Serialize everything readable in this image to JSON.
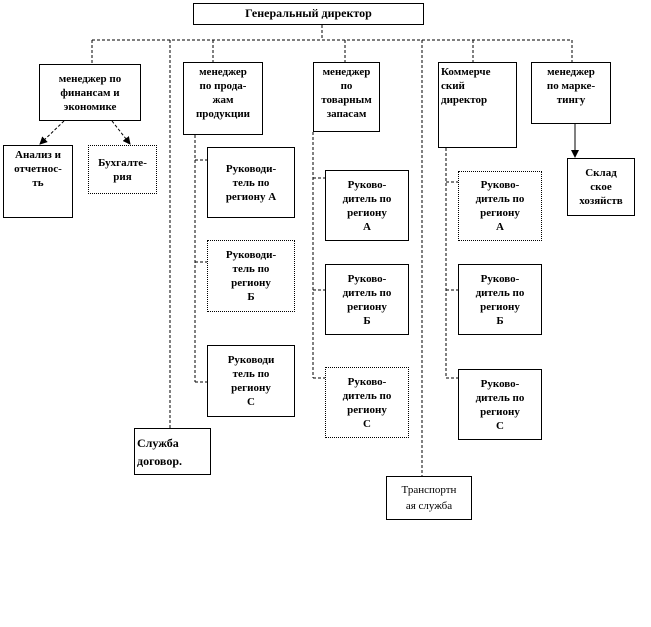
{
  "diagram": {
    "ceo": "Генеральный директор",
    "managers": {
      "finance": "менеджер по\nфинансам и\nэкономике",
      "sales": "менеджер\nпо   прода-\nжам\nпродукции",
      "inventory": "менеджер\nпо\nтоварным\nзапасам",
      "commercial": "Коммерче\nский\nдиректор",
      "marketing": "менеджер\nпо марке-\nтингу"
    },
    "finance_units": {
      "analysis": "Анализ и\nотчетнос-\nть",
      "accounting": "Бухгалте-\nрия"
    },
    "sales_regions": [
      "Руководи-\nтель по\nрегиону А",
      "Руководи-\nтель по\nрегиону\nБ",
      "Руководи\nтель по\nрегиону\nС"
    ],
    "inventory_regions": [
      "Руково-\nдитель по\nрегиону\nА",
      "Руково-\nдитель по\nрегиону\nБ",
      "Руково-\nдитель по\nрегиону\nС"
    ],
    "commercial_regions": [
      "Руково-\nдитель по\nрегиону\nА",
      "Руково-\nдитель по\nрегиону\nБ",
      "Руково-\nдитель по\nрегиону\nС"
    ],
    "warehouse": "Склад\nское\nхозяйств",
    "contract_service": "Служба\nдоговор.",
    "transport_service": "Транспортн\nая служба"
  }
}
